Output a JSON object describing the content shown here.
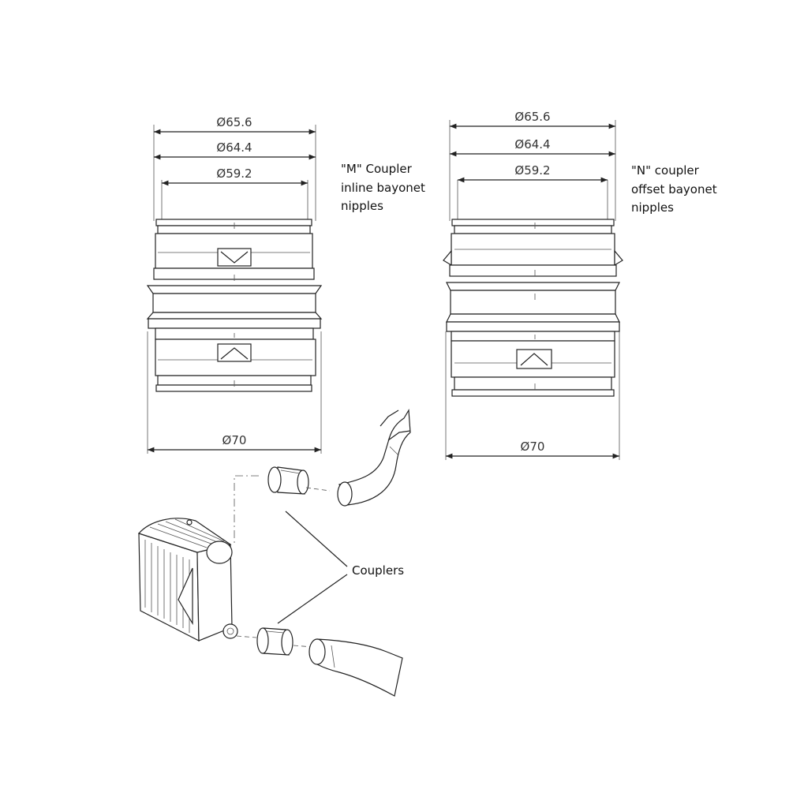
{
  "coupler_m": {
    "dim_outer": "Ø65.6",
    "dim_mid": "Ø64.4",
    "dim_inner": "Ø59.2",
    "dim_base": "Ø70",
    "label_line1": "\"M\" Coupler",
    "label_line2": "inline bayonet",
    "label_line3": "nipples"
  },
  "coupler_n": {
    "dim_outer": "Ø65.6",
    "dim_mid": "Ø64.4",
    "dim_inner": "Ø59.2",
    "dim_base": "Ø70",
    "label_line1": "\"N\" coupler",
    "label_line2": "offset bayonet",
    "label_line3": "nipples"
  },
  "assembly": {
    "callout": "Couplers"
  }
}
